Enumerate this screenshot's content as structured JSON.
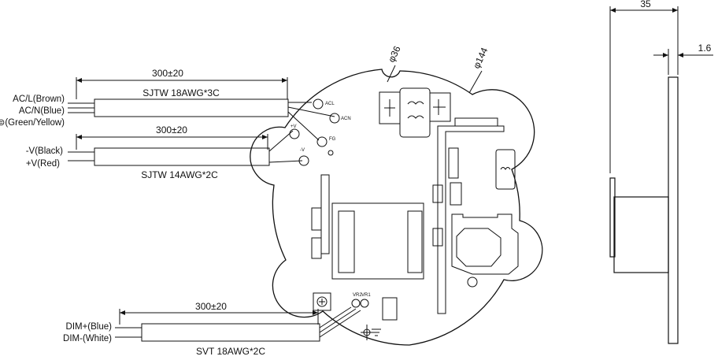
{
  "dimensions": {
    "diameter_small": "φ36",
    "diameter_large": "φ144",
    "depth": "35",
    "thickness": "1.6"
  },
  "ac_cable": {
    "length": "300±20",
    "type": "SJTW 18AWG*3C",
    "wires": [
      "AC/L(Brown)",
      "AC/N(Blue)",
      "FG⊜(Green/Yellow)"
    ],
    "pads": [
      "ACL",
      "ACN",
      "FG"
    ]
  },
  "dc_cable": {
    "length": "300±20",
    "type": "SJTW 14AWG*2C",
    "wires": [
      "-V(Black)",
      "+V(Red)"
    ],
    "pads": [
      "+V",
      "-V"
    ]
  },
  "dim_cable": {
    "length": "300±20",
    "type": "SVT 18AWG*2C",
    "wires": [
      "DIM+(Blue)",
      "DIM-(White)"
    ]
  },
  "board_labels": {
    "vr2": "VR2",
    "vr1": "VR1"
  }
}
